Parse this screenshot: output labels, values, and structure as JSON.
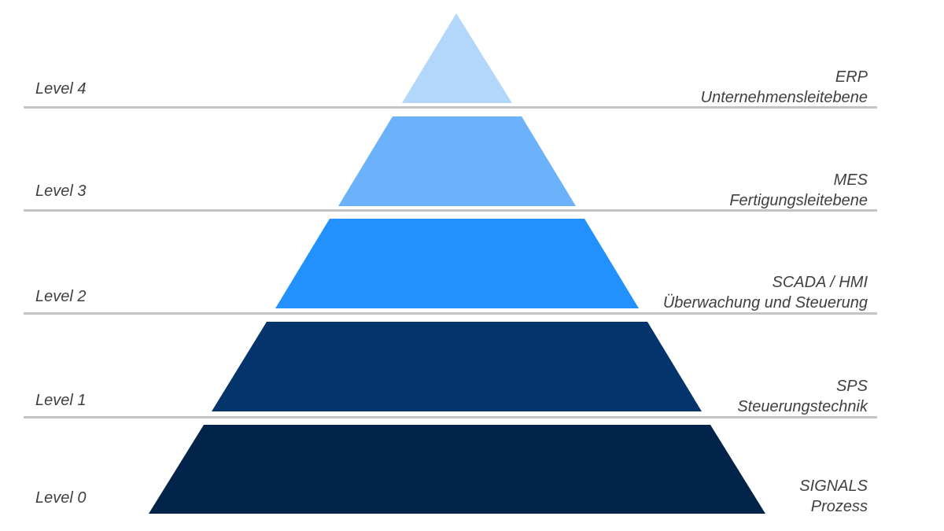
{
  "levels": [
    {
      "label": "Level 4",
      "system": "ERP",
      "description": "Unternehmensleitebene",
      "color": "#b3d7fb"
    },
    {
      "label": "Level 3",
      "system": "MES",
      "description": "Fertigungsleitebene",
      "color": "#6cb2fb"
    },
    {
      "label": "Level 2",
      "system": "SCADA / HMI",
      "description": "Überwachung und Steuerung",
      "color": "#2391fd"
    },
    {
      "label": "Level 1",
      "system": "SPS",
      "description": "Steuerungstechnik",
      "color": "#03346b"
    },
    {
      "label": "Level 0",
      "system": "SIGNALS",
      "description": "Prozess",
      "color": "#03244a"
    }
  ],
  "divider_color": "#c4c4c4",
  "text_color": "#404040"
}
